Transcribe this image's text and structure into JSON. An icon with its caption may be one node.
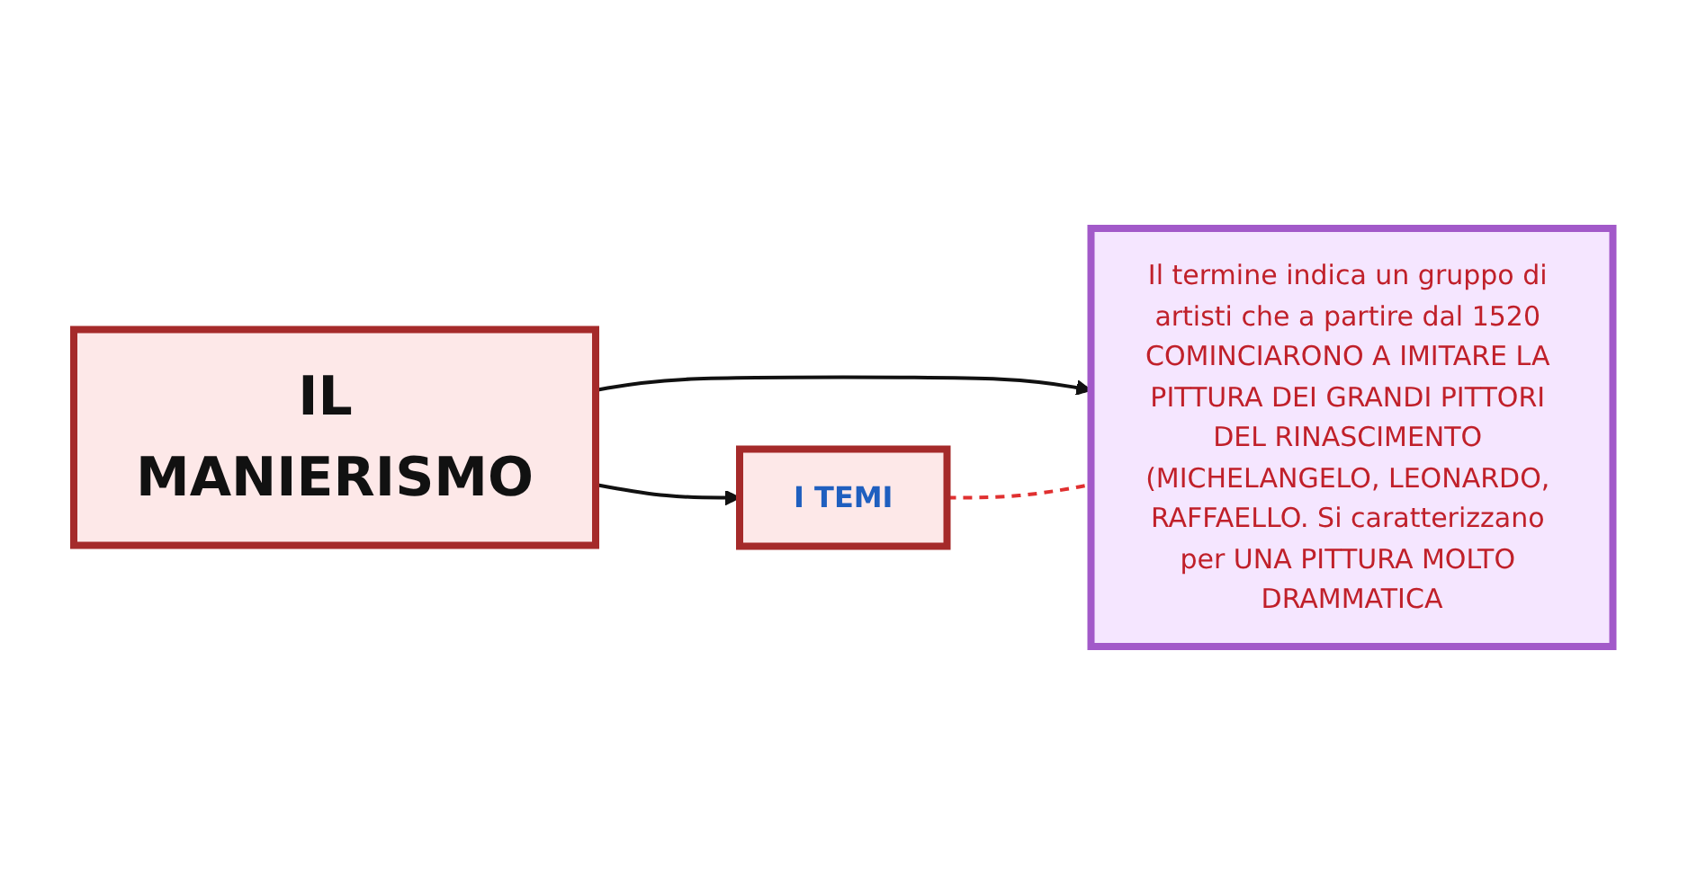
{
  "diagram": {
    "nodes": [
      {
        "text": [
          "IL MANIERISMO"
        ]
      },
      {
        "text": [
          "I TEMI"
        ]
      },
      {
        "text": [
          "Il termine indica un gruppo di artisti che a partire dal 1520 COMINCIARONO A IMITARE LA PITTURA DEI GRANDI PITTORI DEL RINASCIMENTO (MICHELANGELO, LEONARDO, RAFFAELLO. Si caratterizzano per UNA PITTURA MOLTO DRAMMATICA"
        ]
      }
    ],
    "edges": [
      {
        "from": 0,
        "to": 1,
        "arrow": "to"
      },
      {
        "from": 0,
        "to": 2,
        "arrow": "to"
      },
      {
        "from": 1,
        "to": 2,
        "arrow": "none",
        "style": "dashed",
        "color": "#e03030"
      }
    ]
  }
}
